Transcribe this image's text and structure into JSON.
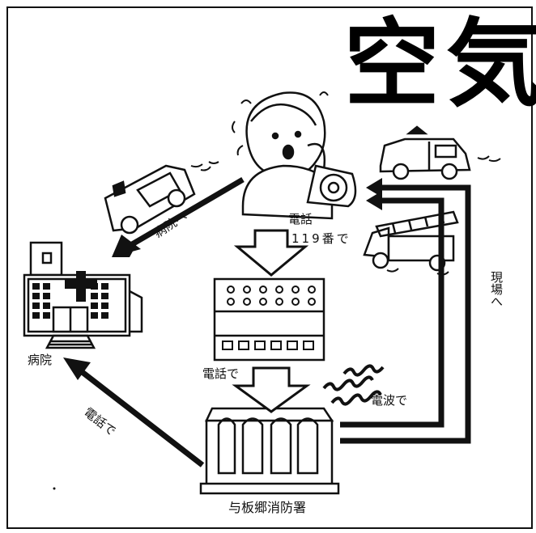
{
  "title": "空気",
  "labels": {
    "hospital_arrow": "病院へ",
    "phone_call": "電話",
    "number_119": "119番で",
    "hospital": "病院",
    "to_scene": "現場へ",
    "by_phone_down": "電話で",
    "by_radio": "電波で",
    "by_phone_left": "電話で",
    "fire_station": "与板郷消防署"
  },
  "colors": {
    "ink": "#111111",
    "paper": "#ffffff"
  }
}
